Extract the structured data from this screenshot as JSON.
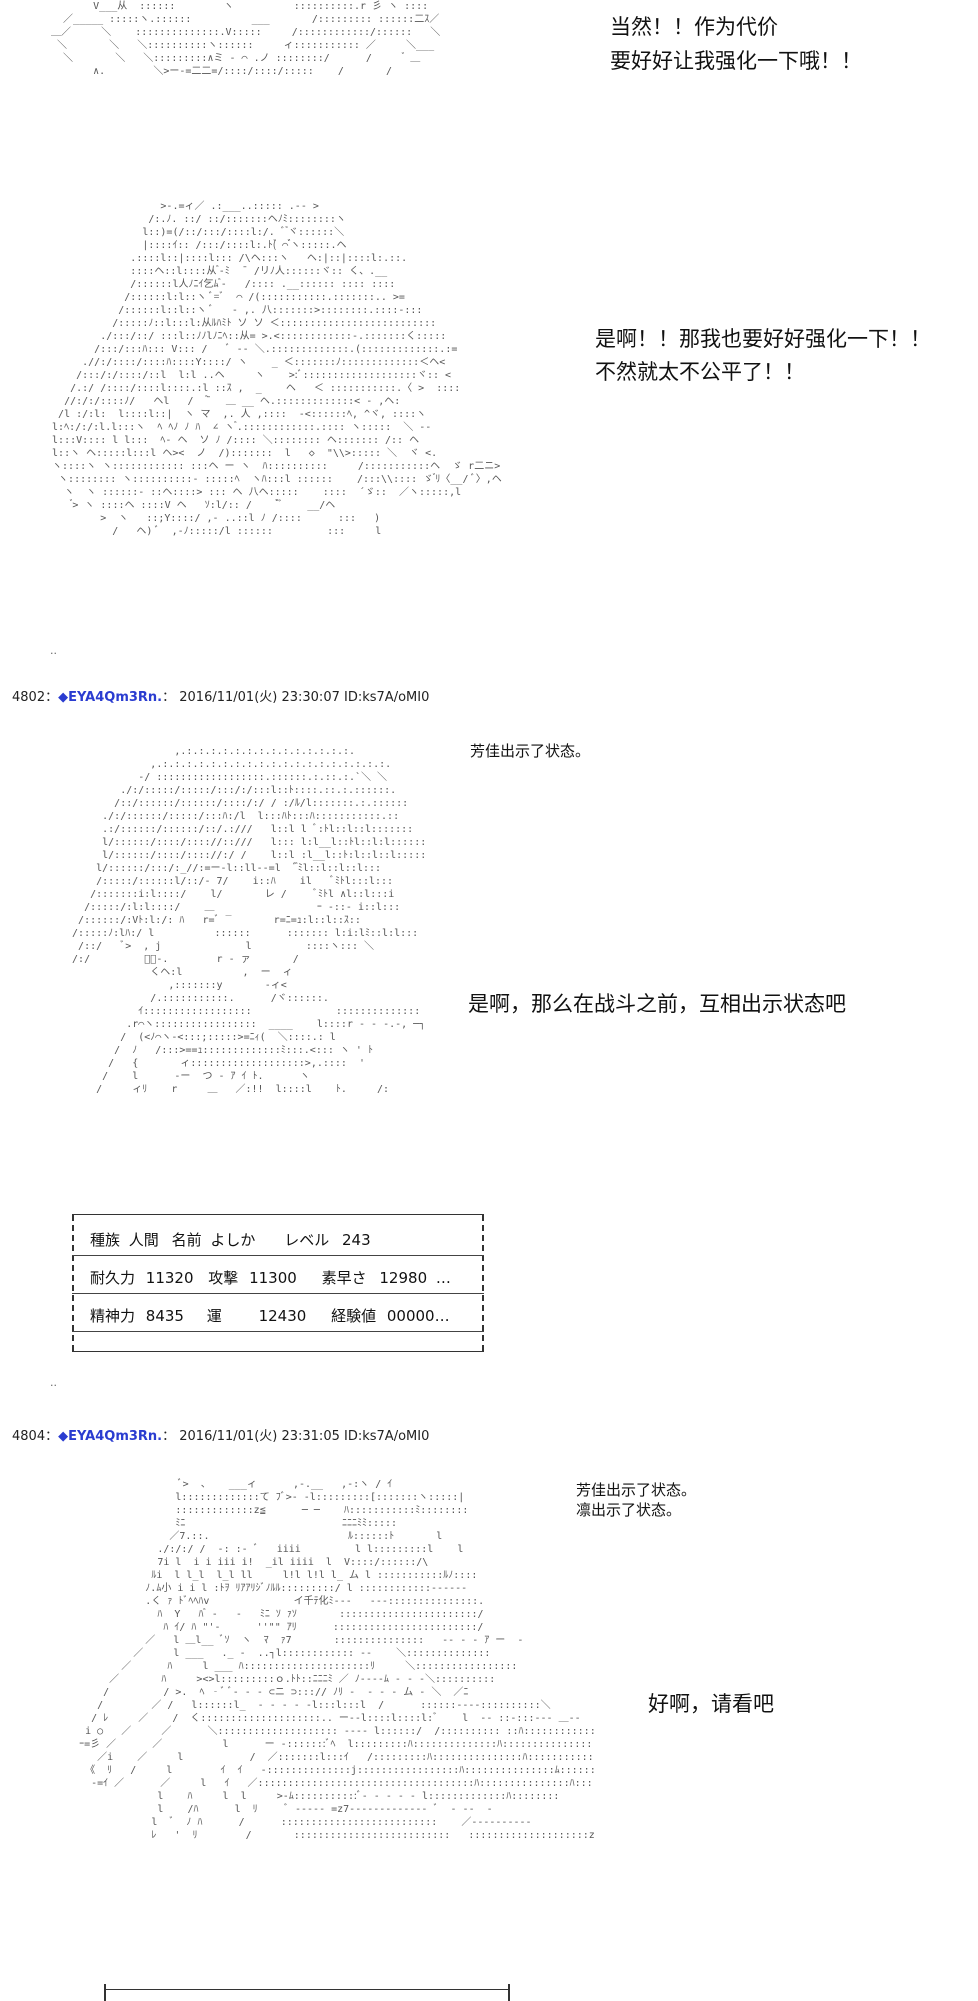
{
  "posts": [
    {
      "number": "4802",
      "separator": "：",
      "author": "◆EYA4Qm3Rn.",
      "colon": "：",
      "datetime": "2016/11/01(火) 23:30:07",
      "id": "ID:ks7A/oMI0"
    },
    {
      "number": "4804",
      "separator": "：",
      "author": "◆EYA4Qm3Rn.",
      "colon": "：",
      "datetime": "2016/11/01(火) 23:31:05",
      "id": "ID:ks7A/oMI0"
    }
  ],
  "dialogue": {
    "line1a": "当然！！作为代价",
    "line1b": "要好好让我强化一下哦！！",
    "line2a": "是啊！！那我也要好好强化一下！！",
    "line2b": "不然就太不公平了！！",
    "narr1": "芳佳出示了状态。",
    "line3": "是啊，那么在战斗之前，互相出示状态吧",
    "narr2": "芳佳出示了状态。",
    "narr3": "凛出示了状态。",
    "line4": "好啊，请看吧"
  },
  "status": {
    "row1": {
      "k1": "種族",
      "v1": "人間",
      "k2": "名前",
      "v2": "よしか",
      "k3": "レベル",
      "v3": "243"
    },
    "row2": {
      "k1": "耐久力",
      "v1": "11320",
      "k2": "攻撃",
      "v2": "11300",
      "k3": "素早さ",
      "v3": "12980",
      "tail": "…"
    },
    "row3": {
      "k1": "精神力",
      "v1": "8435",
      "k2": "運",
      "v2": "12430",
      "k3": "経験値",
      "v3": "00000…"
    }
  },
  "ellipsis": ".."
}
